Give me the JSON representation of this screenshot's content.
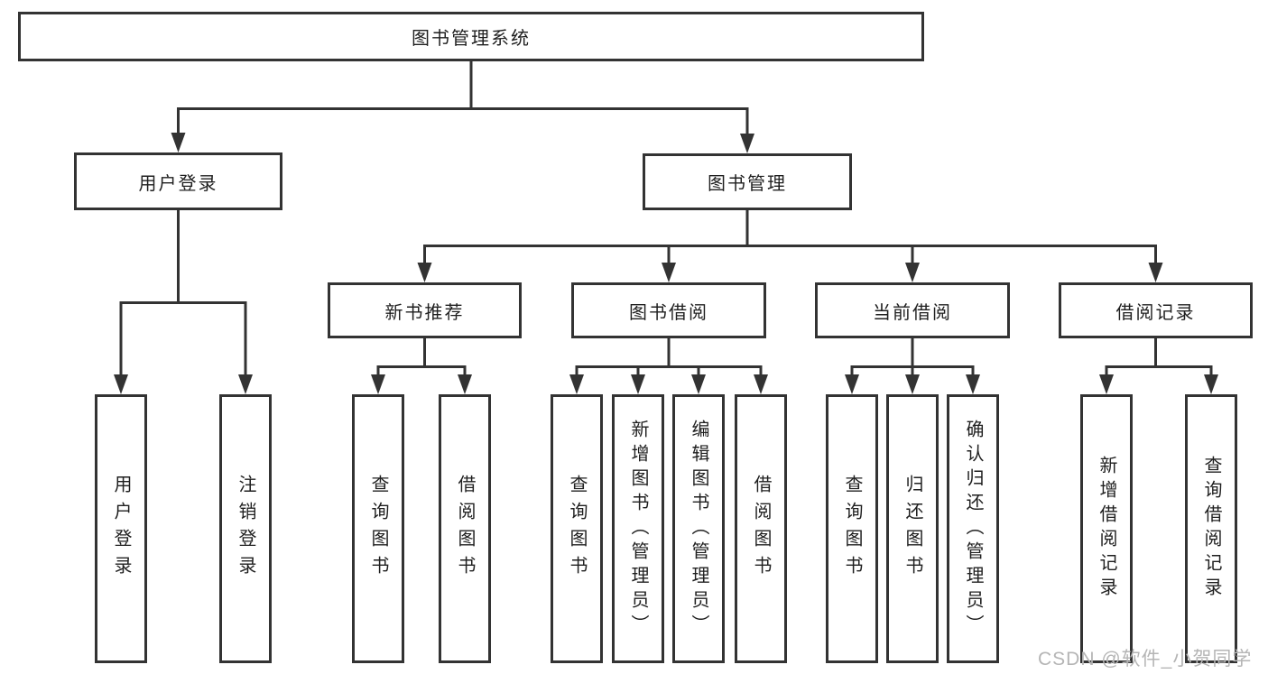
{
  "page": {
    "background": "#ffffff"
  },
  "diagram": {
    "root": "图书管理系统",
    "colors": {
      "line": "#333333",
      "box_border": "#333333",
      "text": "#1f1f1f",
      "watermark": "#b5b5b5"
    },
    "level2": {
      "user_login": "用户登录",
      "book_management": "图书管理"
    },
    "level3": {
      "new_book_recommend": "新书推荐",
      "book_borrow": "图书借阅",
      "current_borrow": "当前借阅",
      "borrow_records": "借阅记录"
    },
    "leaves": {
      "user_login": [
        "用户登录",
        "注销登录"
      ],
      "new_book_recommend": [
        "查询图书",
        "借阅图书"
      ],
      "book_borrow": [
        "查询图书",
        "新增图书（管理员）",
        "编辑图书（管理员）",
        "借阅图书"
      ],
      "current_borrow": [
        "查询图书",
        "归还图书",
        "确认归还（管理员）"
      ],
      "borrow_records": [
        "新增借阅记录",
        "查询借阅记录"
      ]
    }
  },
  "watermark": {
    "text": "CSDN @软件_小贺同学"
  }
}
